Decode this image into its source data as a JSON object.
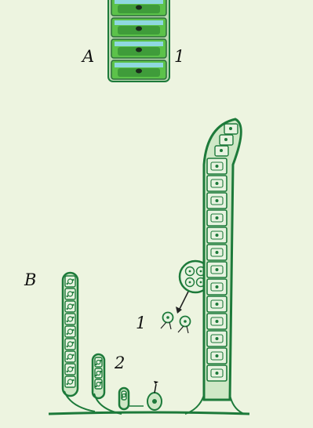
{
  "panel_a": {
    "letter": "A",
    "marker": "1"
  },
  "panel_b": {
    "letter": "B",
    "marker_1": "1",
    "marker_2": "2"
  },
  "colors": {
    "background": "#edf4e0",
    "cell_outline": "#1d7a3a",
    "cell_fill_light": "#cfe8c6",
    "cell_fill_bright": "#5cc24a",
    "chloroplast": "#3f9c3a",
    "nucleus": "#1b2a1c"
  }
}
